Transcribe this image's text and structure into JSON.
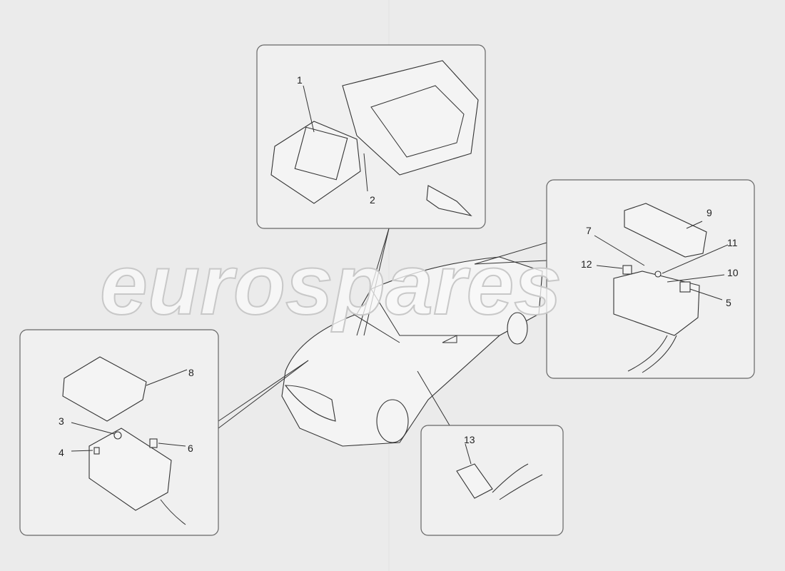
{
  "watermark": "eurospares",
  "callouts": {
    "top_panel": [
      "1",
      "2"
    ],
    "right_panel": [
      "9",
      "7",
      "11",
      "12",
      "10",
      "5"
    ],
    "left_panel": [
      "8",
      "3",
      "4",
      "6"
    ],
    "bottom_panel": [
      "13"
    ]
  },
  "colors": {
    "background": "#ebebeb",
    "panel": "#f0f0f0",
    "line": "#333333"
  }
}
